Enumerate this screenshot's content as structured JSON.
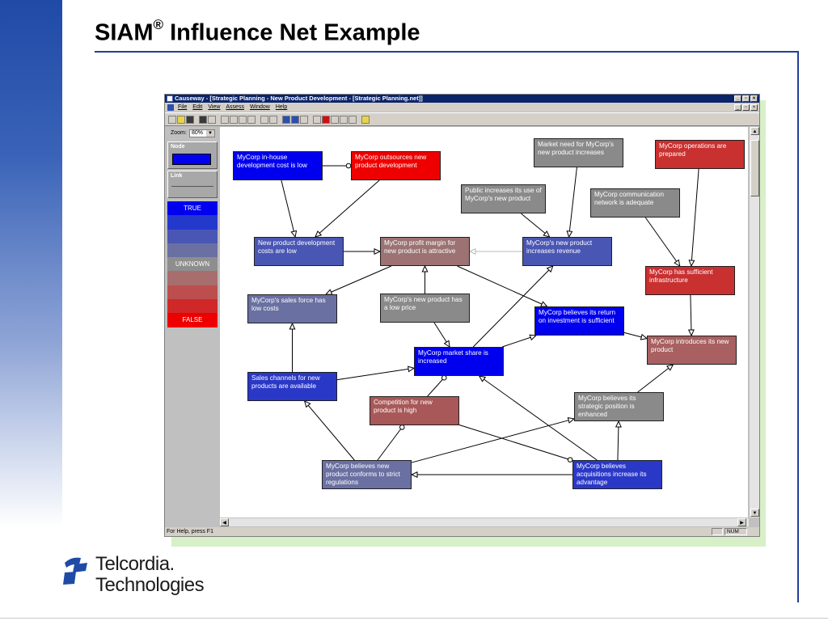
{
  "slide": {
    "title": "SIAM",
    "title_mark": "®",
    "title_rest": " Influence Net Example",
    "logo_line1": "Telcordia.",
    "logo_line2": "Technologies"
  },
  "window": {
    "title": "Causeway - [Strategic Planning - New Product Development - [Strategic Planning.net]]",
    "menu": [
      "File",
      "Edit",
      "View",
      "Assess",
      "Window",
      "Help"
    ],
    "zoom_label": "Zoom:",
    "zoom_value": "80%",
    "node_label": "Node",
    "link_label": "Link",
    "status_text": "For Help, press F1",
    "status_num": "NUM"
  },
  "scale": [
    {
      "label": "TRUE",
      "color": "#0000ee"
    },
    {
      "label": "",
      "color": "#2438cc"
    },
    {
      "label": "",
      "color": "#4a56b4"
    },
    {
      "label": "",
      "color": "#6a70a2"
    },
    {
      "label": "UNKNOWN",
      "color": "#8e8e8e"
    },
    {
      "label": "",
      "color": "#a86e6e"
    },
    {
      "label": "",
      "color": "#bc4e4e"
    },
    {
      "label": "",
      "color": "#d02828"
    },
    {
      "label": "FALSE",
      "color": "#ee0000"
    }
  ],
  "nodes": [
    {
      "id": "n1",
      "text": "MyCorp in-house development cost is low",
      "color": "#0000ee"
    },
    {
      "id": "n2",
      "text": "MyCorp outsources new product development",
      "color": "#ee0000"
    },
    {
      "id": "n3",
      "text": "Market need for MyCorp's new product increases",
      "color": "#8a8a8a"
    },
    {
      "id": "n4",
      "text": "MyCorp operations are prepared",
      "color": "#c93030"
    },
    {
      "id": "n5",
      "text": "Public increases its use of MyCorp's new product",
      "color": "#8a8a8a"
    },
    {
      "id": "n6",
      "text": "MyCorp communication network is adequate",
      "color": "#8a8a8a"
    },
    {
      "id": "n7",
      "text": "New product development costs are low",
      "color": "#4a56b4"
    },
    {
      "id": "n8",
      "text": "MyCorp profit margin for new product is attractive",
      "color": "#9c7272"
    },
    {
      "id": "n9",
      "text": "MyCorp's new product increases revenue",
      "color": "#4a56b4"
    },
    {
      "id": "n10",
      "text": "MyCorp has sufficient infrastructure",
      "color": "#c93030"
    },
    {
      "id": "n11",
      "text": "MyCorp's sales force has low costs",
      "color": "#6a70a2"
    },
    {
      "id": "n12",
      "text": "MyCorp's new product has a low price",
      "color": "#8a8a8a"
    },
    {
      "id": "n13",
      "text": "MyCorp believes its return on investment is sufficient",
      "color": "#0000ee"
    },
    {
      "id": "n14",
      "text": "MyCorp market share is increased",
      "color": "#0000ee"
    },
    {
      "id": "n15",
      "text": "MyCorp introduces its new product",
      "color": "#a86060"
    },
    {
      "id": "n16",
      "text": "Sales channels for new products are available",
      "color": "#2a38c8"
    },
    {
      "id": "n17",
      "text": "Competition for new product is high",
      "color": "#a85858"
    },
    {
      "id": "n18",
      "text": "MyCorp believes its strategic position is enhanced",
      "color": "#8a8a8a"
    },
    {
      "id": "n19",
      "text": "MyCorp believes new product conforms to strict regulations",
      "color": "#6a70a2"
    },
    {
      "id": "n20",
      "text": "MyCorp believes acquisitions increase its advantage",
      "color": "#2a38c8"
    }
  ],
  "edges": [
    {
      "from": "n1",
      "to": "n2",
      "type": "inhibit"
    },
    {
      "from": "n1",
      "to": "n7",
      "type": "promote"
    },
    {
      "from": "n2",
      "to": "n7",
      "type": "promote"
    },
    {
      "from": "n7",
      "to": "n8",
      "type": "promote"
    },
    {
      "from": "n9",
      "to": "n8",
      "type": "promote",
      "faint": true
    },
    {
      "from": "n5",
      "to": "n9",
      "type": "promote"
    },
    {
      "from": "n3",
      "to": "n9",
      "type": "promote"
    },
    {
      "from": "n6",
      "to": "n10",
      "type": "promote"
    },
    {
      "from": "n4",
      "to": "n10",
      "type": "promote"
    },
    {
      "from": "n10",
      "to": "n15",
      "type": "promote"
    },
    {
      "from": "n8",
      "to": "n11",
      "type": "promote"
    },
    {
      "from": "n8",
      "to": "n13",
      "type": "promote"
    },
    {
      "from": "n12",
      "to": "n8",
      "type": "promote"
    },
    {
      "from": "n12",
      "to": "n14",
      "type": "promote"
    },
    {
      "from": "n14",
      "to": "n9",
      "type": "promote"
    },
    {
      "from": "n14",
      "to": "n13",
      "type": "promote"
    },
    {
      "from": "n13",
      "to": "n15",
      "type": "promote"
    },
    {
      "from": "n16",
      "to": "n11",
      "type": "promote"
    },
    {
      "from": "n16",
      "to": "n14",
      "type": "promote"
    },
    {
      "from": "n17",
      "to": "n14",
      "type": "inhibit"
    },
    {
      "from": "n17",
      "to": "n20",
      "type": "inhibit"
    },
    {
      "from": "n18",
      "to": "n15",
      "type": "promote"
    },
    {
      "from": "n19",
      "to": "n16",
      "type": "promote"
    },
    {
      "from": "n19",
      "to": "n17",
      "type": "inhibit"
    },
    {
      "from": "n19",
      "to": "n18",
      "type": "promote"
    },
    {
      "from": "n20",
      "to": "n19",
      "type": "promote"
    },
    {
      "from": "n20",
      "to": "n18",
      "type": "promote"
    },
    {
      "from": "n20",
      "to": "n14",
      "type": "promote"
    }
  ]
}
